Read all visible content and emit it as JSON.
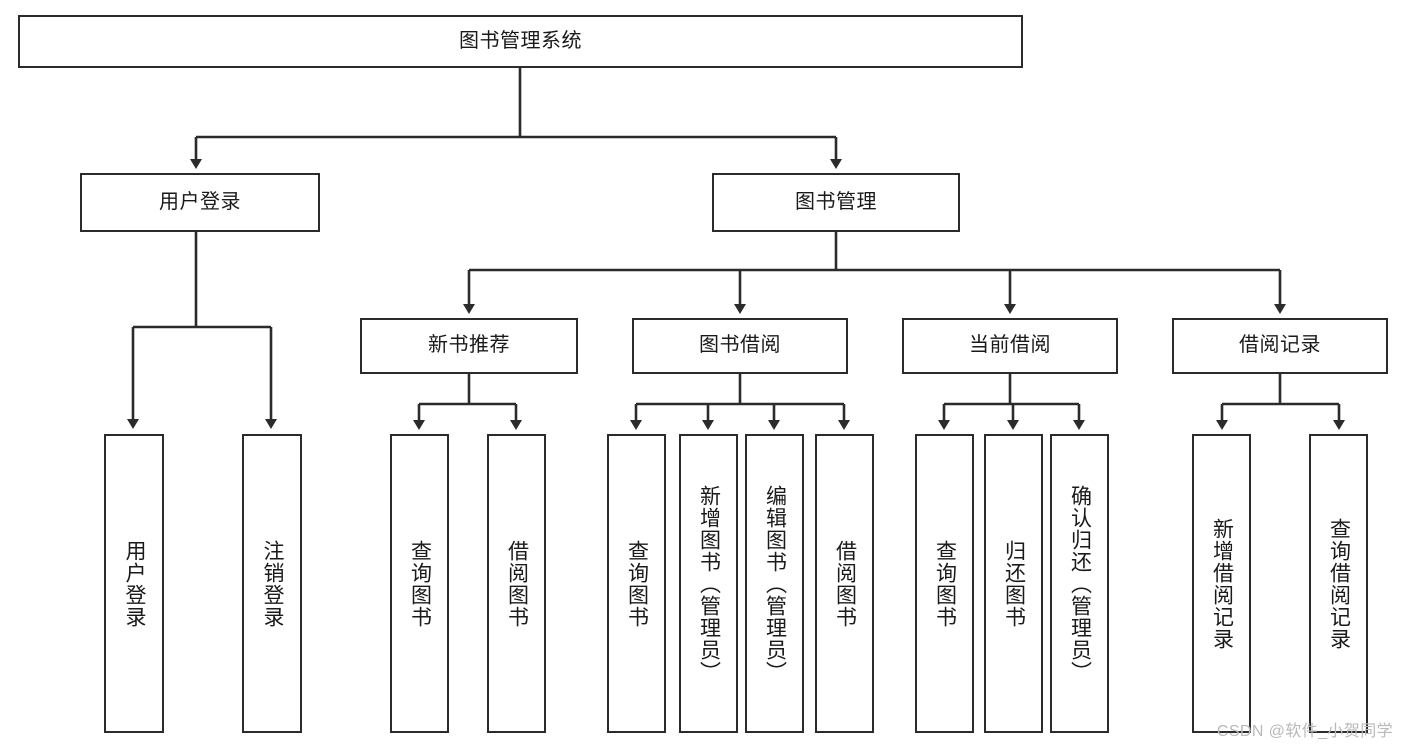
{
  "diagram": {
    "title": "图书管理系统",
    "watermark": "CSDN @软件_小贺同学",
    "line_color": "#2b2b2b",
    "box_fill": "#ffffff",
    "root": {
      "label": "图书管理系统"
    },
    "level1": [
      {
        "label": "用户登录"
      },
      {
        "label": "图书管理"
      }
    ],
    "level2": [
      {
        "label": "新书推荐"
      },
      {
        "label": "图书借阅"
      },
      {
        "label": "当前借阅"
      },
      {
        "label": "借阅记录"
      }
    ],
    "leaves": {
      "user_login": [
        {
          "label": "用户登录"
        },
        {
          "label": "注销登录"
        }
      ],
      "new_book_recommend": [
        {
          "label": "查询图书"
        },
        {
          "label": "借阅图书"
        }
      ],
      "book_borrow": [
        {
          "label": "查询图书"
        },
        {
          "label": "新增图书（管理员）"
        },
        {
          "label": "编辑图书（管理员）"
        },
        {
          "label": "借阅图书"
        }
      ],
      "current_borrow": [
        {
          "label": "查询图书"
        },
        {
          "label": "归还图书"
        },
        {
          "label": "确认归还（管理员）"
        }
      ],
      "borrow_record": [
        {
          "label": "新增借阅记录"
        },
        {
          "label": "查询借阅记录"
        }
      ]
    }
  }
}
